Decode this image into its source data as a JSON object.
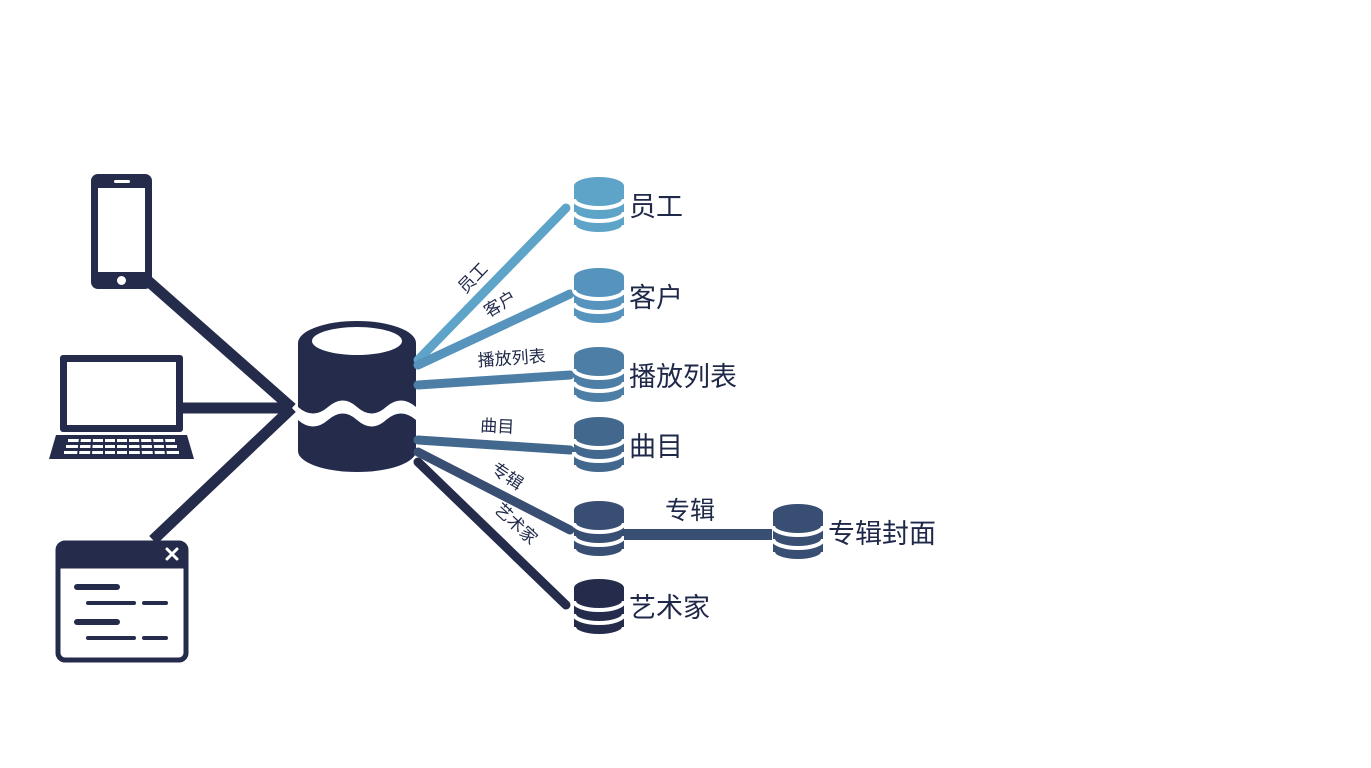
{
  "colors": {
    "navy": "#242b4b",
    "tables": [
      "#5ea4c8",
      "#5694bd",
      "#4d7fa6",
      "#43688e",
      "#394e73",
      "#252b4b"
    ],
    "album_cover": "#394e73"
  },
  "devices": [
    "phone-icon",
    "laptop-icon",
    "app-window-icon"
  ],
  "central_store_icon": "database-icon",
  "tables": [
    {
      "id": "employee",
      "label": "员工",
      "line_label": "员工"
    },
    {
      "id": "customer",
      "label": "客户",
      "line_label": "客户"
    },
    {
      "id": "playlist",
      "label": "播放列表",
      "line_label": "播放列表"
    },
    {
      "id": "track",
      "label": "曲目",
      "line_label": "曲目"
    },
    {
      "id": "album",
      "label": "",
      "line_label": "专辑"
    },
    {
      "id": "artist",
      "label": "艺术家",
      "line_label": "艺术家"
    }
  ],
  "album_link": {
    "label": "专辑",
    "target_label": "专辑封面"
  }
}
